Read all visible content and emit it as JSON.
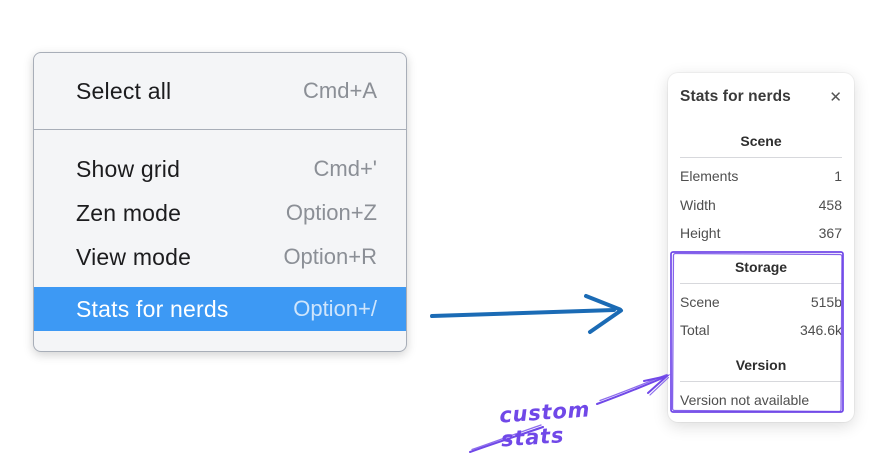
{
  "context_menu": {
    "items": [
      {
        "label": "Select all",
        "shortcut": "Cmd+A"
      },
      {
        "label": "Show grid",
        "shortcut": "Cmd+'"
      },
      {
        "label": "Zen mode",
        "shortcut": "Option+Z"
      },
      {
        "label": "View mode",
        "shortcut": "Option+R"
      },
      {
        "label": "Stats for nerds",
        "shortcut": "Option+/",
        "selected": true
      }
    ]
  },
  "stats_panel": {
    "title": "Stats for nerds",
    "close_glyph": "✕",
    "sections": [
      {
        "heading": "Scene",
        "rows": [
          {
            "label": "Elements",
            "value": "1"
          },
          {
            "label": "Width",
            "value": "458"
          },
          {
            "label": "Height",
            "value": "367"
          }
        ]
      },
      {
        "heading": "Storage",
        "rows": [
          {
            "label": "Scene",
            "value": "515b"
          },
          {
            "label": "Total",
            "value": "346.6k"
          }
        ]
      },
      {
        "heading": "Version",
        "note": "Version not available"
      }
    ]
  },
  "annotations": {
    "label": "custom stats",
    "highlight_color": "#7048e8",
    "arrow_color": "#1b6bb5",
    "menu_highlight_color": "#3d99f4"
  }
}
